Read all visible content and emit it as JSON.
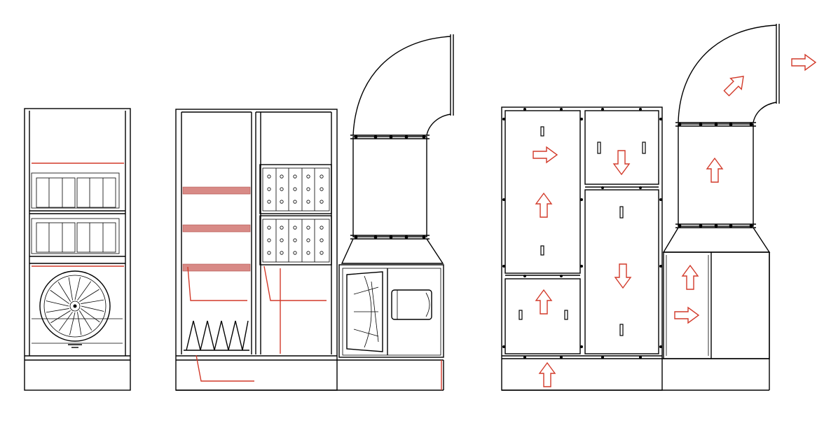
{
  "drawing": {
    "views": [
      {
        "id": "side-view"
      },
      {
        "id": "front-section-view"
      },
      {
        "id": "airflow-view"
      }
    ]
  },
  "colors": {
    "line": "#000000",
    "annotation": "#d23a2a",
    "filter_media": "#d88a86",
    "background": "#ffffff"
  },
  "icons": {
    "airflow": "arrow-icon"
  }
}
